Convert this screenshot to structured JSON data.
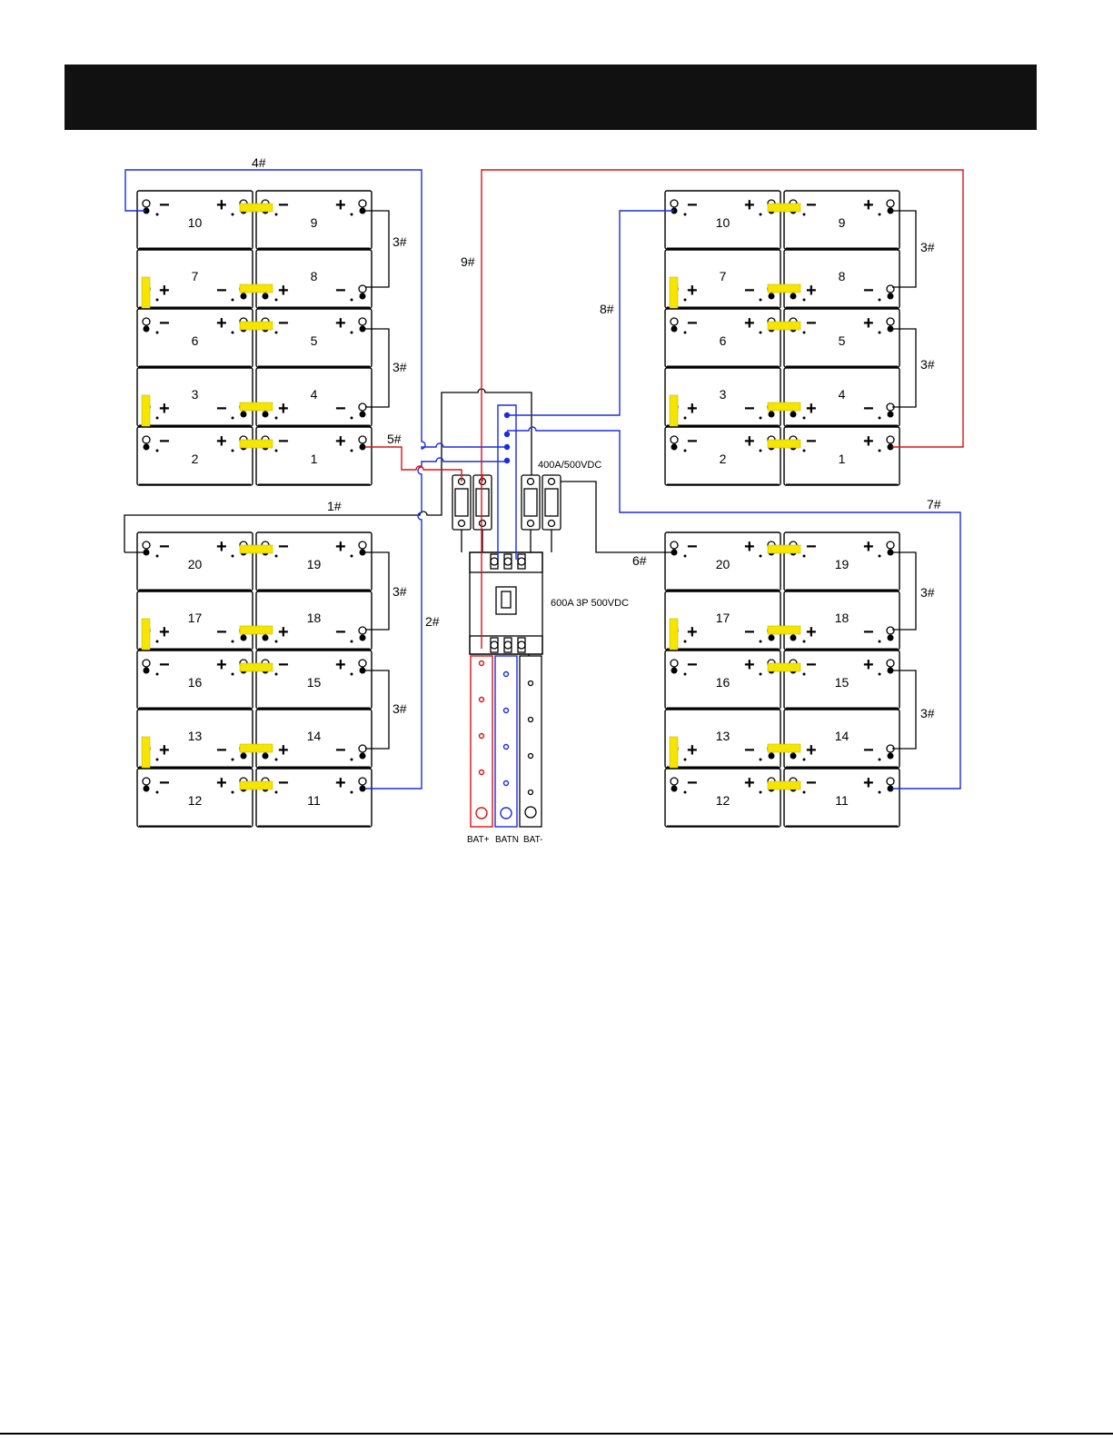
{
  "labels": {
    "w1": "1#",
    "w2": "2#",
    "w3": "3#",
    "w4": "4#",
    "w5": "5#",
    "w6": "6#",
    "w7": "7#",
    "w8": "8#",
    "w9": "9#",
    "fuse_rating": "400A/500VDC",
    "breaker_rating": "600A 3P 500VDC",
    "bat_plus": "BAT+",
    "bat_n": "BATN",
    "bat_minus": "BAT-"
  },
  "groups": [
    {
      "name": "top-left",
      "rows": [
        [
          "10",
          "9"
        ],
        [
          "7",
          "8"
        ],
        [
          "6",
          "5"
        ],
        [
          "3",
          "4"
        ],
        [
          "2",
          "1"
        ]
      ]
    },
    {
      "name": "bottom-left",
      "rows": [
        [
          "20",
          "19"
        ],
        [
          "17",
          "18"
        ],
        [
          "16",
          "15"
        ],
        [
          "13",
          "14"
        ],
        [
          "12",
          "11"
        ]
      ]
    },
    {
      "name": "top-right",
      "rows": [
        [
          "10",
          "9"
        ],
        [
          "7",
          "8"
        ],
        [
          "6",
          "5"
        ],
        [
          "3",
          "4"
        ],
        [
          "2",
          "1"
        ]
      ]
    },
    {
      "name": "bottom-right",
      "rows": [
        [
          "20",
          "19"
        ],
        [
          "17",
          "18"
        ],
        [
          "16",
          "15"
        ],
        [
          "13",
          "14"
        ],
        [
          "12",
          "11"
        ]
      ]
    }
  ],
  "colors": {
    "positive": "#e01010",
    "neutral": "#1a2ee0",
    "negative": "#000000",
    "link": "#f5e500",
    "header": "#111111"
  },
  "symbols": {
    "plus": "+",
    "minus": "−"
  }
}
